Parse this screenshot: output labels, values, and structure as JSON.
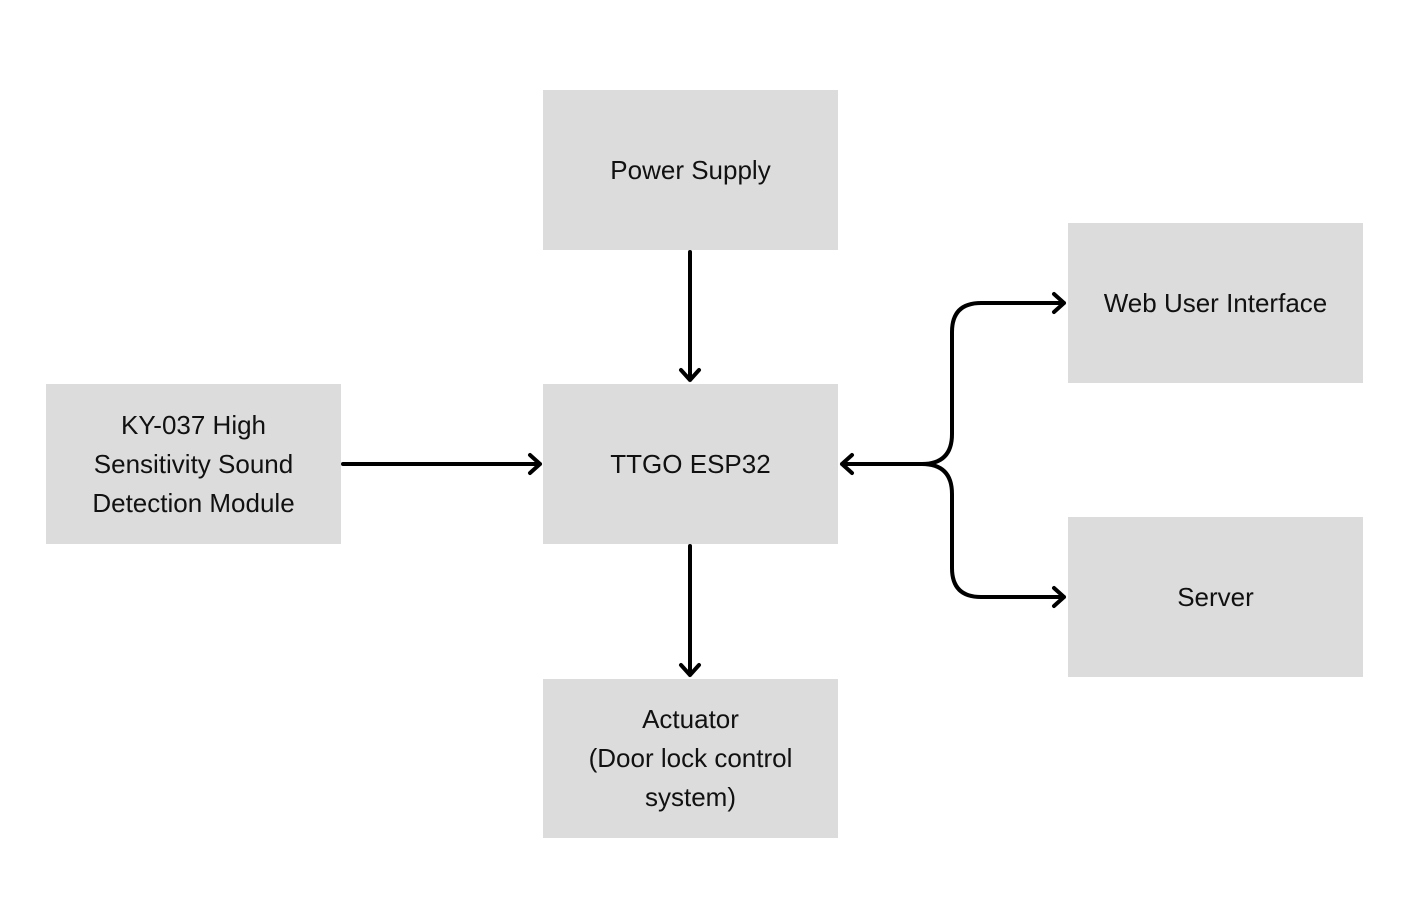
{
  "blocks": {
    "power_supply": "Power Supply",
    "ttgo_esp32": "TTGO ESP32",
    "sound_sensor": "KY-037 High\nSensitivity Sound\nDetection Module",
    "actuator": "Actuator\n(Door lock control\nsystem)",
    "web_ui": "Web User Interface",
    "server": "Server"
  },
  "colors": {
    "block_fill": "#dcdcdc",
    "arrow": "#000000",
    "text": "#111111",
    "background": "#ffffff"
  },
  "connections": [
    {
      "from": "power_supply",
      "to": "ttgo_esp32",
      "direction": "one-way"
    },
    {
      "from": "sound_sensor",
      "to": "ttgo_esp32",
      "direction": "one-way"
    },
    {
      "from": "ttgo_esp32",
      "to": "actuator",
      "direction": "one-way"
    },
    {
      "from": "ttgo_esp32",
      "to": "web_ui",
      "direction": "two-way"
    },
    {
      "from": "ttgo_esp32",
      "to": "server",
      "direction": "two-way"
    }
  ]
}
